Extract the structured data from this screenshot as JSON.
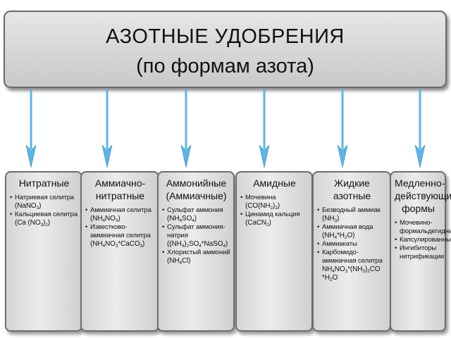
{
  "title": {
    "line1": "АЗОТНЫЕ УДОБРЕНИЯ",
    "line2": "(по формам азота)"
  },
  "colors": {
    "arrow": "#5bb5e8",
    "box_border": "#6d6d6d"
  },
  "categories": [
    {
      "title": [
        "Нитратные"
      ],
      "items": [
        {
          "text": "Натриевая селитра",
          "formula": [
            [
              "(NaNO",
              ""
            ],
            [
              "3",
              "sub"
            ],
            [
              ")",
              ""
            ]
          ]
        },
        {
          "text": "Кальциевая селитра",
          "formula": [
            [
              "(Ca (NO",
              ""
            ],
            [
              "3",
              "sub"
            ],
            [
              ")",
              ""
            ],
            [
              "2",
              "sub"
            ],
            [
              ")",
              ""
            ]
          ]
        }
      ]
    },
    {
      "title": [
        "Аммиачно-",
        "нитратные"
      ],
      "items": [
        {
          "text": "Аммиачная селитра",
          "formula": [
            [
              "(NH",
              ""
            ],
            [
              "4",
              "sub"
            ],
            [
              "NO",
              ""
            ],
            [
              "3",
              "sub"
            ],
            [
              ")",
              ""
            ]
          ]
        },
        {
          "text": "Известково-аммиачная селитра",
          "formula": [
            [
              "(NH",
              ""
            ],
            [
              "4",
              "sub"
            ],
            [
              "NO",
              ""
            ],
            [
              "3",
              "sub"
            ],
            [
              "*CaCO",
              ""
            ],
            [
              "3",
              "sub"
            ],
            [
              ")",
              ""
            ]
          ]
        }
      ]
    },
    {
      "title": [
        "Аммонийные",
        "(Аммиачные)"
      ],
      "items": [
        {
          "text": "Сульфат аммония",
          "formula": [
            [
              "(NH",
              ""
            ],
            [
              "4",
              "sub"
            ],
            [
              "SO",
              ""
            ],
            [
              "4",
              "sub"
            ],
            [
              ")",
              ""
            ]
          ]
        },
        {
          "text": "Сульфат аммония-натрия",
          "formula": [
            [
              "((NH",
              ""
            ],
            [
              "4",
              "sub"
            ],
            [
              ")",
              ""
            ],
            [
              "2",
              "sub"
            ],
            [
              "SO",
              ""
            ],
            [
              "4",
              "sub"
            ],
            [
              "*NaSO",
              ""
            ],
            [
              "4",
              "sub"
            ],
            [
              ")",
              ""
            ]
          ]
        },
        {
          "text": "Хлористый аммоний",
          "formula": [
            [
              "(NH",
              ""
            ],
            [
              "4",
              "sub"
            ],
            [
              "Cl)",
              ""
            ]
          ]
        }
      ]
    },
    {
      "title": [
        "Амидные"
      ],
      "items": [
        {
          "text": "Мочевина",
          "formula": [
            [
              "(CO(NH",
              ""
            ],
            [
              "2",
              "sub"
            ],
            [
              ")",
              ""
            ],
            [
              "2",
              "sub"
            ],
            [
              ")",
              ""
            ]
          ]
        },
        {
          "text": "Цинамид кальция",
          "formula": [
            [
              "(CaCN",
              ""
            ],
            [
              "2",
              "sub"
            ],
            [
              ")",
              ""
            ]
          ]
        }
      ]
    },
    {
      "title": [
        "Жидкие",
        "азотные"
      ],
      "items": [
        {
          "text": "Безводный аммиак",
          "formula": [
            [
              "(NH",
              ""
            ],
            [
              "3",
              "sub"
            ],
            [
              ")",
              ""
            ]
          ]
        },
        {
          "text": "Аммиачная вода",
          "formula": [
            [
              "(NH",
              ""
            ],
            [
              "4",
              "sub"
            ],
            [
              "*H",
              ""
            ],
            [
              "2",
              "sub"
            ],
            [
              "O)",
              ""
            ]
          ]
        },
        {
          "text": "Аммиакаты",
          "formula": []
        },
        {
          "text": "Карбомидо-аммиачная селитра",
          "formula": [
            [
              "NH",
              ""
            ],
            [
              "4",
              "sub"
            ],
            [
              "NO",
              ""
            ],
            [
              "3",
              "sub"
            ],
            [
              "*(NH",
              ""
            ],
            [
              "2",
              "sub"
            ],
            [
              ")",
              ""
            ],
            [
              "2",
              "sub"
            ],
            [
              "CO *H",
              ""
            ],
            [
              "2",
              "sub"
            ],
            [
              "O",
              ""
            ]
          ]
        }
      ]
    },
    {
      "title": [
        "Медленно-",
        "действующие",
        "формы"
      ],
      "items": [
        {
          "text": "Мочевино-формальдегидные",
          "formula": []
        },
        {
          "text": "Капсулированные",
          "formula": []
        },
        {
          "text": "Ингибиторы нитрификации",
          "formula": []
        }
      ]
    }
  ]
}
